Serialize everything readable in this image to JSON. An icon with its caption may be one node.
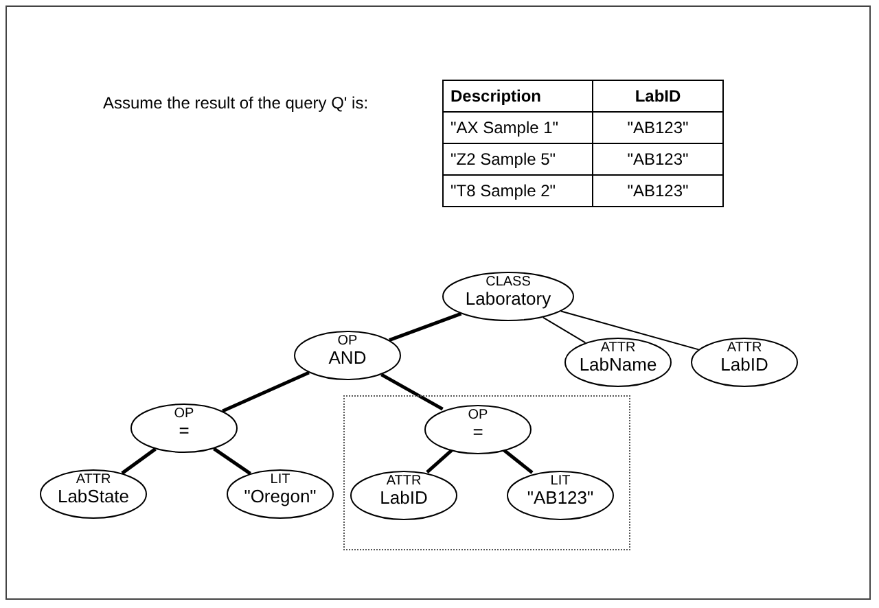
{
  "diagram": {
    "title": "Assume the result of the query Q' is:",
    "nodes": [
      {
        "text": [
          "CLASS",
          "Laboratory"
        ]
      },
      {
        "text": [
          "OP",
          "AND"
        ]
      },
      {
        "text": [
          "ATTR",
          "LabName"
        ]
      },
      {
        "text": [
          "ATTR",
          "LabID"
        ]
      },
      {
        "text": [
          "OP",
          "="
        ]
      },
      {
        "text": [],
        "shape": "box"
      },
      {
        "text": [
          "OP",
          "="
        ],
        "in": 5
      },
      {
        "text": [
          "ATTR",
          "LabState"
        ]
      },
      {
        "text": [
          "LIT",
          "\"Oregon\""
        ]
      },
      {
        "text": [
          "ATTR",
          "LabID"
        ],
        "in": 5
      },
      {
        "text": [
          "LIT",
          "\"AB123\""
        ],
        "in": 5
      }
    ],
    "edges": [
      {
        "from": 0,
        "to": 1,
        "arrow": "none"
      },
      {
        "from": 0,
        "to": 2,
        "arrow": "none"
      },
      {
        "from": 0,
        "to": 3,
        "arrow": "none"
      },
      {
        "from": 1,
        "to": 4,
        "arrow": "none"
      },
      {
        "from": 1,
        "to": 6,
        "arrow": "none"
      },
      {
        "from": 4,
        "to": 7,
        "arrow": "none"
      },
      {
        "from": 4,
        "to": 8,
        "arrow": "none"
      },
      {
        "from": 6,
        "to": 9,
        "arrow": "none"
      },
      {
        "from": 6,
        "to": 10,
        "arrow": "none"
      }
    ],
    "labels": [
      "Description",
      "LabID",
      "\"AX Sample 1\"",
      "\"AB123\"",
      "\"Z2 Sample 5\"",
      "\"AB123\"",
      "\"T8 Sample 2\"",
      "\"AB123\""
    ]
  }
}
